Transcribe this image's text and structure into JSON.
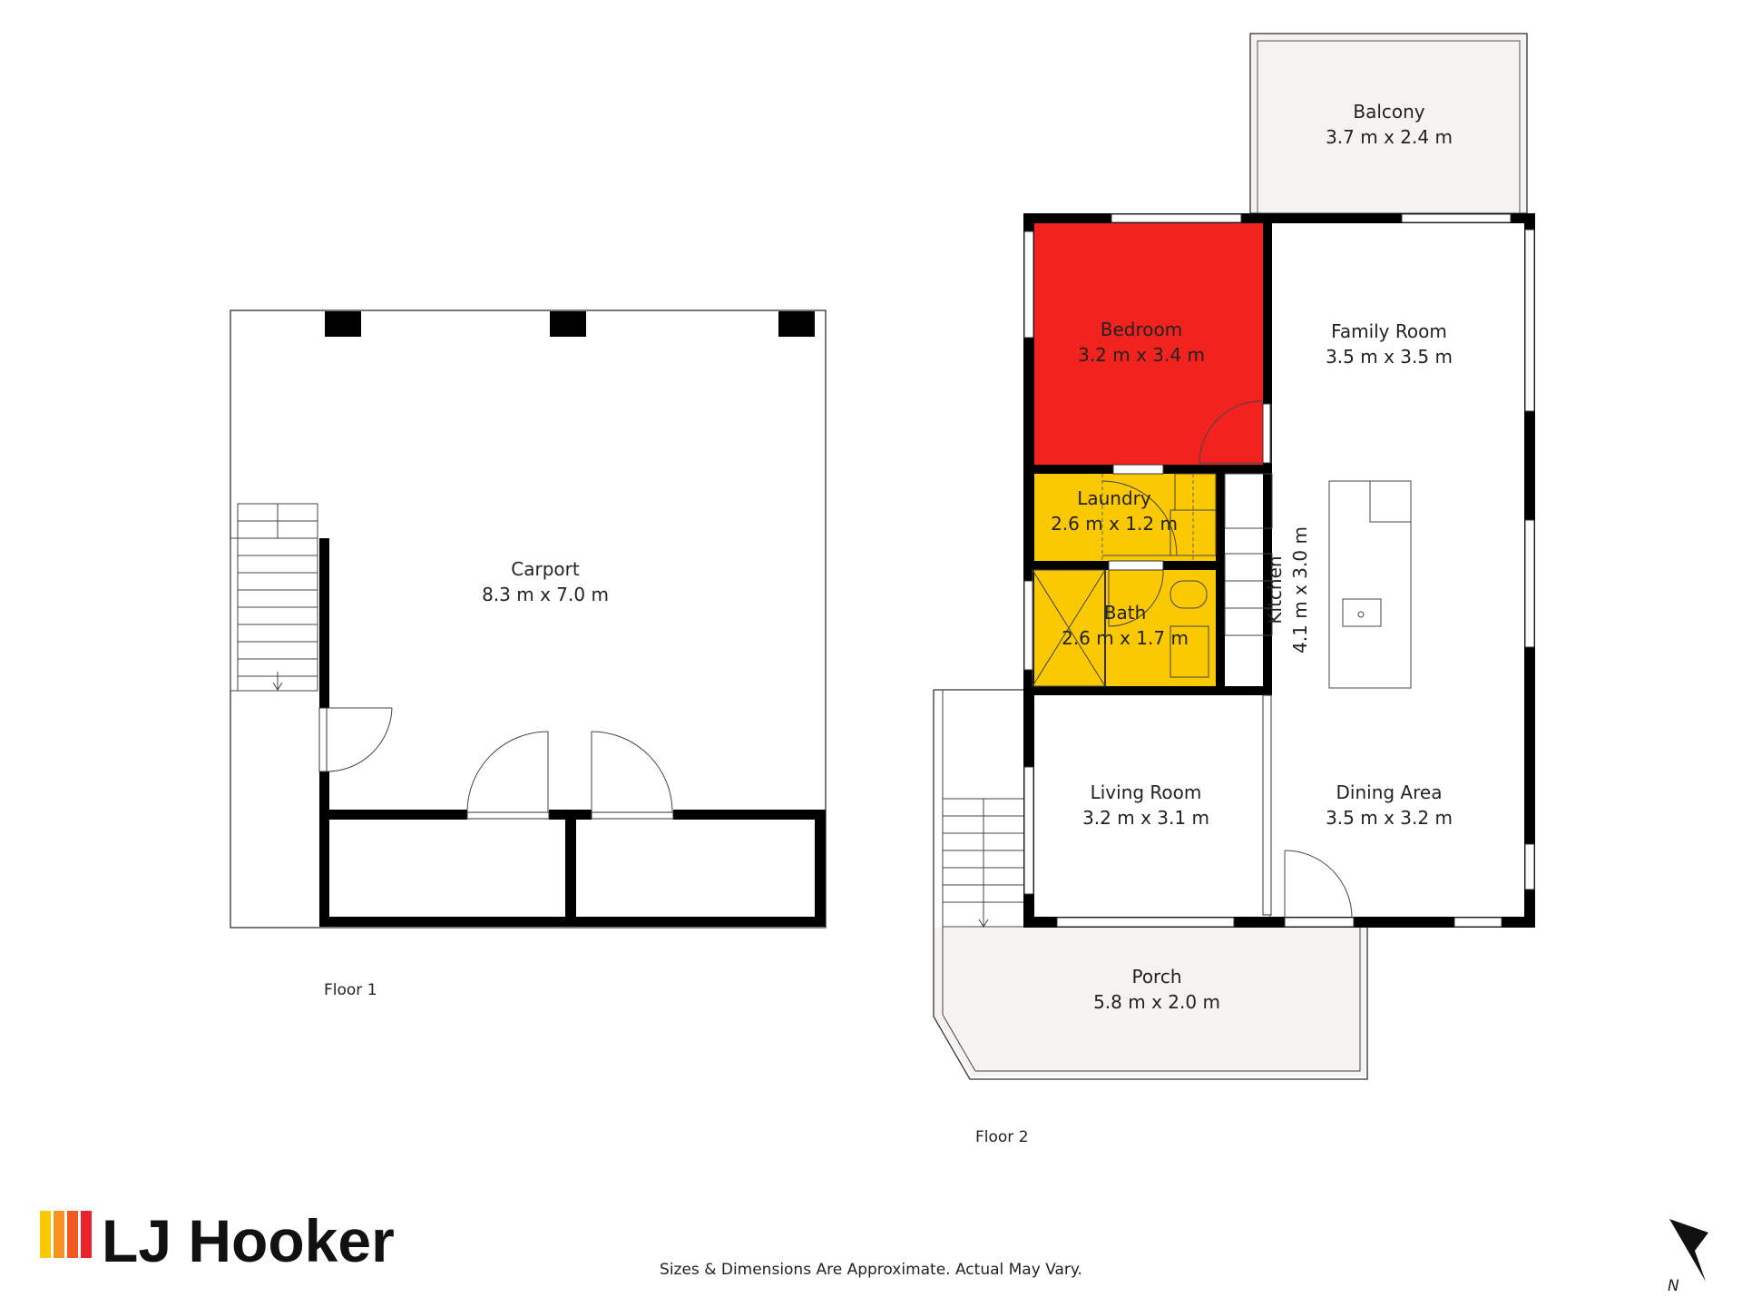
{
  "floors": [
    {
      "name": "Floor 1",
      "rooms": [
        {
          "name": "Carport",
          "size": "8.3 m x 7.0 m"
        }
      ]
    },
    {
      "name": "Floor 2",
      "rooms": [
        {
          "name": "Balcony",
          "size": "3.7 m x 2.4 m"
        },
        {
          "name": "Bedroom",
          "size": "3.2 m x 3.4 m"
        },
        {
          "name": "Family Room",
          "size": "3.5 m x 3.5 m"
        },
        {
          "name": "Laundry",
          "size": "2.6 m x 1.2 m"
        },
        {
          "name": "Kitchen",
          "size": "4.1 m x 3.0 m"
        },
        {
          "name": "Bath",
          "size": "2.6 m x 1.7 m"
        },
        {
          "name": "Living Room",
          "size": "3.2 m x 3.1 m"
        },
        {
          "name": "Dining Area",
          "size": "3.5 m x 3.2 m"
        },
        {
          "name": "Porch",
          "size": "5.8 m x 2.0 m"
        }
      ]
    }
  ],
  "colors": {
    "bedroom": "#f2231f",
    "wet_areas": "#fbc901",
    "outdoor": "#f6f2ef",
    "wall": "#000000",
    "logo_stripes": [
      "#fbc901",
      "#f7931e",
      "#f2581f",
      "#e8232a"
    ]
  },
  "logo": {
    "text": "LJ Hooker"
  },
  "disclaimer": "Sizes & Dimensions Are Approximate. Actual May Vary.",
  "compass": {
    "label": "N"
  }
}
